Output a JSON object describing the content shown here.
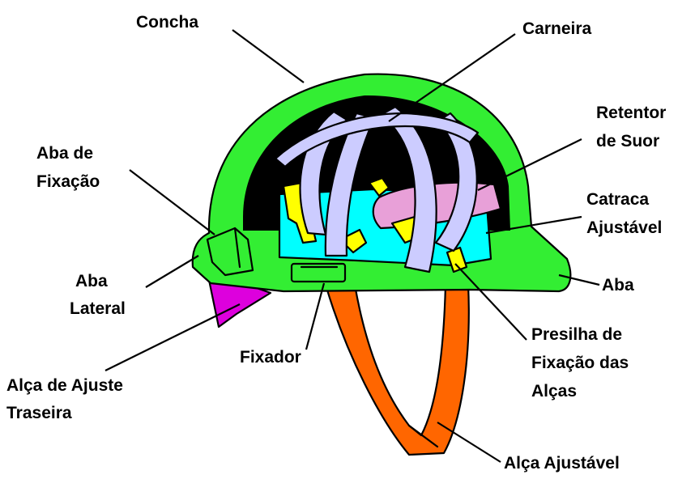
{
  "labels": {
    "concha": "Concha",
    "carneira": "Carneira",
    "retentor_line1": "Retentor",
    "retentor_line2": "de Suor",
    "aba_fixacao_line1": "Aba de",
    "aba_fixacao_line2": "Fixação",
    "catraca_line1": "Catraca",
    "catraca_line2": "Ajustável",
    "aba": "Aba",
    "aba_lateral_line1": "Aba",
    "aba_lateral_line2": "Lateral",
    "fixador": "Fixador",
    "presilha_line1": "Presilha de",
    "presilha_line2": "Fixação das",
    "presilha_line3": "Alças",
    "alca_traseira_line1": "Alça de Ajuste",
    "alca_traseira_line2": "Traseira",
    "alca_ajustavel": "Alça Ajustável"
  },
  "colors": {
    "shell": "#33ee33",
    "cradle": "#ccccff",
    "interior": "#000000",
    "sweatband": "#e8a0d8",
    "ratchet": "#00ffff",
    "clips": "#ffff00",
    "chinstrap": "#ff6600",
    "rear_strap": "#dd00dd"
  }
}
